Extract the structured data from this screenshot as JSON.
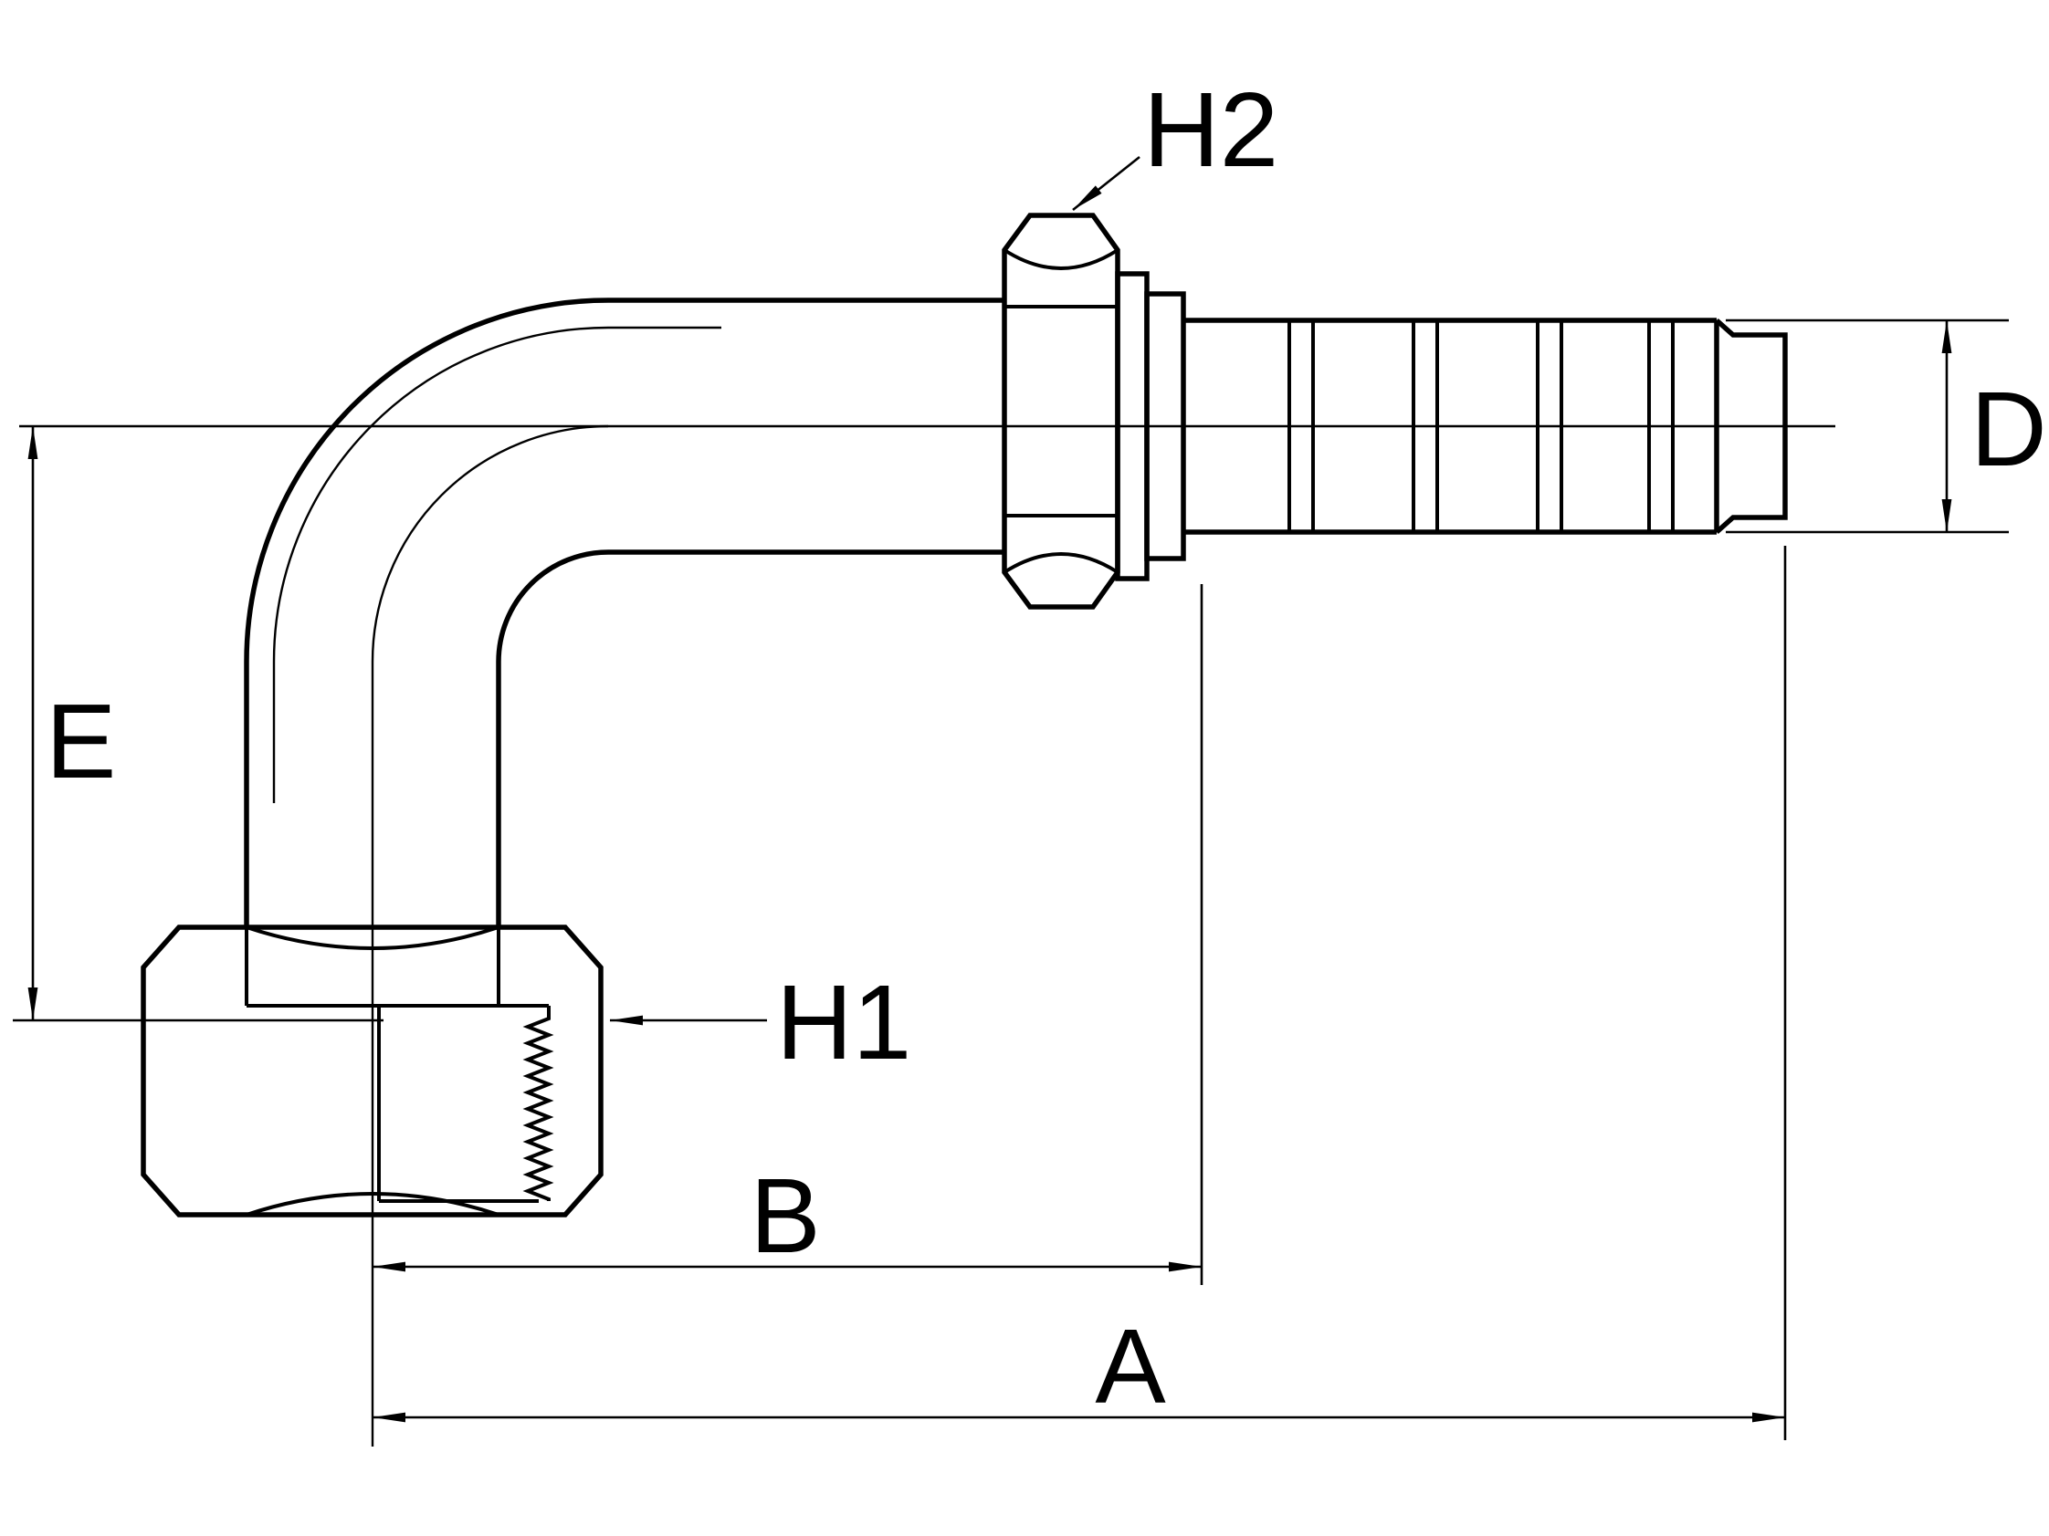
{
  "drawing": {
    "labels": {
      "h2": "H2",
      "h1": "H1",
      "a": "A",
      "b": "B",
      "d": "D",
      "e": "E"
    },
    "colors": {
      "line": "#000000",
      "background": "#ffffff"
    }
  }
}
